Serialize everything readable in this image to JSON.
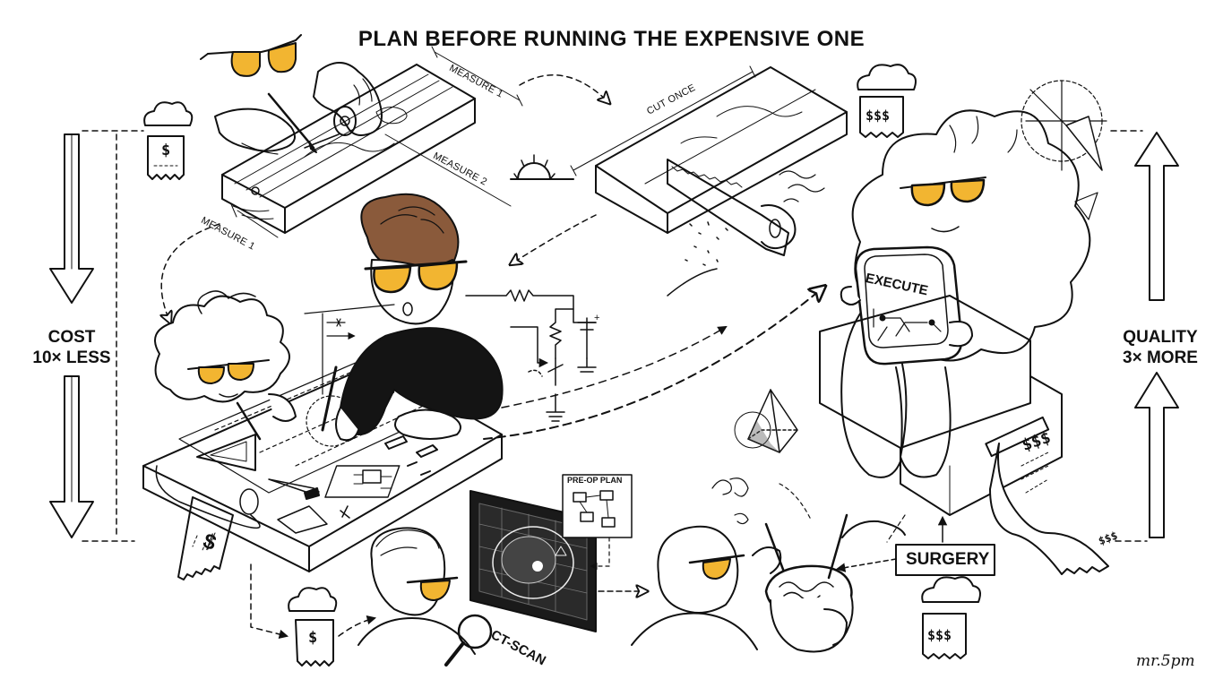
{
  "title": "PLAN BEFORE RUNNING THE EXPENSIVE ONE",
  "left_metric": {
    "line1": "COST",
    "line2": "10× LESS"
  },
  "right_metric": {
    "line1": "QUALITY",
    "line2": "3× MORE"
  },
  "wood_labels": {
    "measure_1_top": "MEASURE 1",
    "measure_2": "MEASURE 2",
    "measure_1_bottom": "MEASURE 1",
    "cut_once": "CUT ONCE"
  },
  "execute_label": "EXECUTE",
  "surgery_label": "SURGERY",
  "pre_op_label": "PRE-OP PLAN",
  "ct_scan_label": "CT-SCAN",
  "receipts": {
    "small_cost": "$",
    "big_cost": "$$$",
    "long_receipt_top": "$$$",
    "long_receipt_bottom": "$$$"
  },
  "signature": "mr.5pm",
  "colors": {
    "ink": "#111111",
    "lens": "#f2b531",
    "hair": "#8a5a3b",
    "sweater": "#141414",
    "paper": "#ffffff"
  }
}
